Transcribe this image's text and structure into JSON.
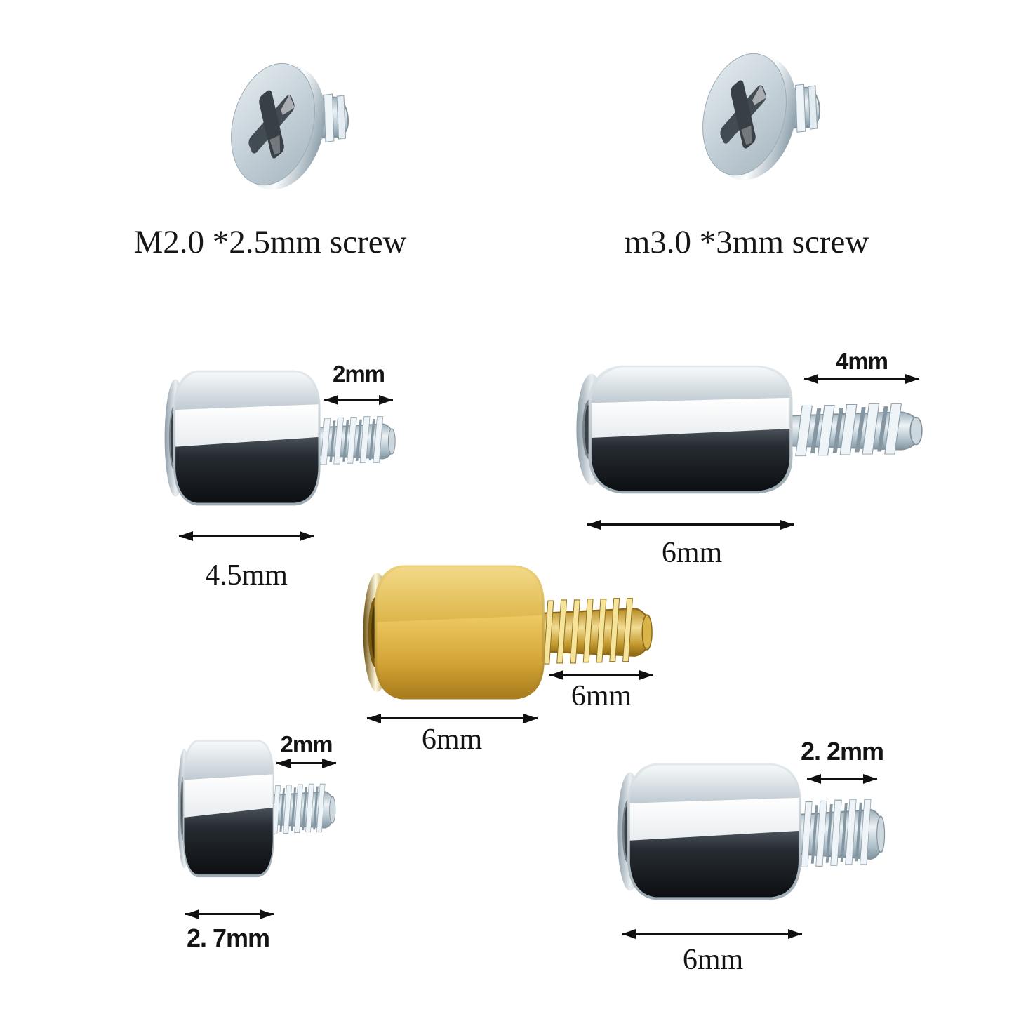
{
  "items": {
    "screw_m2": {
      "label": "M2.0 *2.5mm screw"
    },
    "screw_m3": {
      "label": "m3.0 *3mm screw"
    },
    "standoff_top_left": {
      "thread_label": "2mm",
      "body_label": "4.5mm"
    },
    "standoff_top_right": {
      "thread_label": "4mm",
      "body_label": "6mm"
    },
    "standoff_brass_center": {
      "thread_label": "6mm",
      "body_label": "6mm"
    },
    "standoff_bottom_left": {
      "thread_label": "2mm",
      "body_label": "2. 7mm"
    },
    "standoff_bottom_right": {
      "thread_label": "2. 2mm",
      "body_label": "6mm"
    }
  },
  "colors": {
    "background": "#ffffff",
    "label_text": "#141414",
    "arrow": "#101010",
    "silver_highlight": "#f2f6f8",
    "silver_mid": "#c3ced5",
    "silver_dark_face": "#15181c",
    "brass_light": "#f2d887",
    "brass_mid": "#d2a83c",
    "brass_dark": "#9c7015"
  }
}
